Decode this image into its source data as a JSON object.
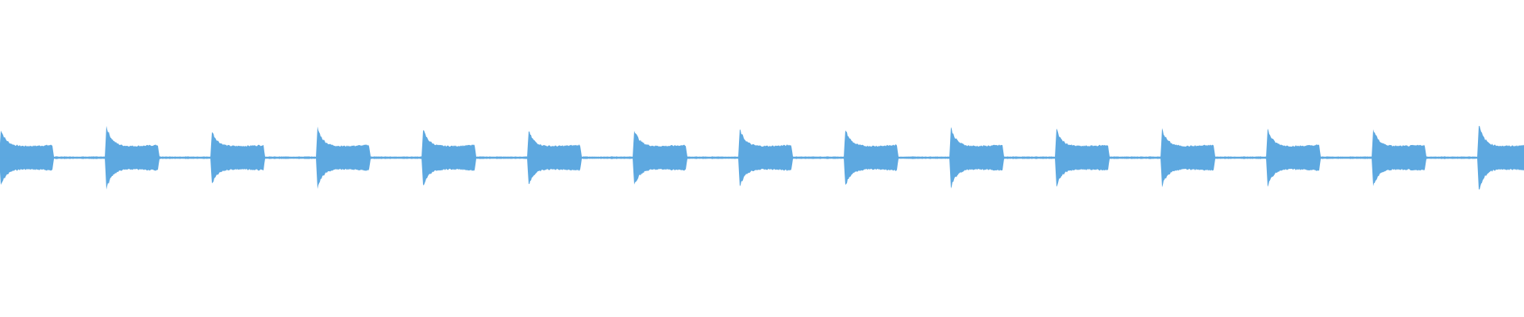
{
  "waveform": {
    "color": "#5DA8E0",
    "beat_count": 15,
    "beat_peaks": [
      0.9,
      1.0,
      0.85,
      0.95,
      0.9,
      0.85,
      0.9,
      0.9,
      0.9,
      0.95,
      0.9,
      0.9,
      0.9,
      0.9,
      1.05
    ],
    "body_level": 0.35,
    "tail_level": 0.03
  }
}
